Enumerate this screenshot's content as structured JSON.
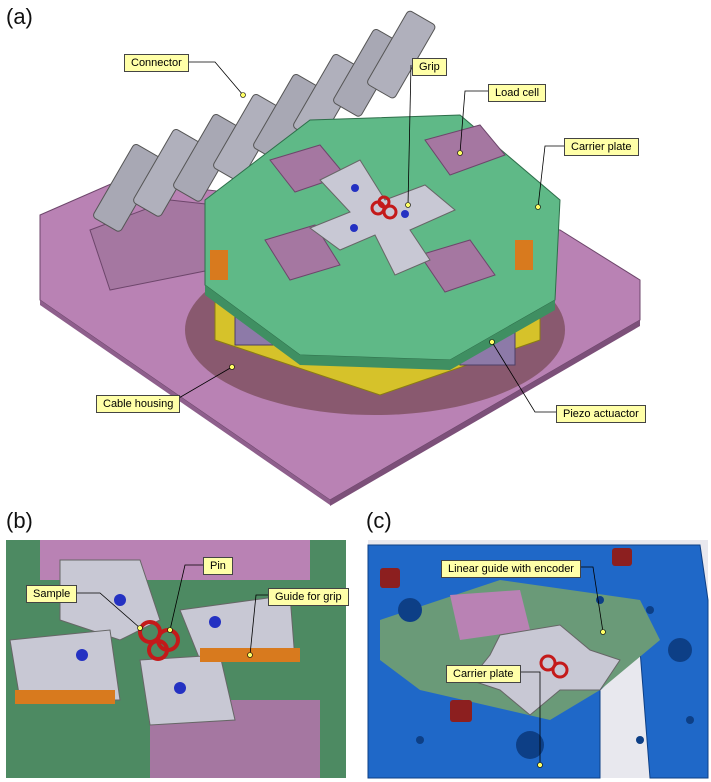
{
  "panels": {
    "a": "(a)",
    "b": "(b)",
    "c": "(c)"
  },
  "labels": {
    "connector": "Connector",
    "grip": "Grip",
    "load_cell": "Load cell",
    "carrier_plate_a": "Carrier plate",
    "cable_housing": "Cable housing",
    "piezo_actuator": "Piezo actuactor",
    "pin": "Pin",
    "sample": "Sample",
    "guide_for_grip": "Guide for grip",
    "linear_guide": "Linear guide with encoder",
    "carrier_plate_c": "Carrier plate"
  },
  "colors": {
    "housing": "#b982b4",
    "housing_dark": "#8e5f8c",
    "plate_green": "#5fb987",
    "plate_green_dark": "#3f8f62",
    "grip_grey": "#c8c8d4",
    "piezo": "#8d7aa8",
    "yellow": "#d6c22a",
    "orange": "#d87a1e",
    "blue_plate": "#1f68c8",
    "blue_dark": "#124a96",
    "red": "#c41a1a",
    "callout_fill": "#ffffa8"
  }
}
